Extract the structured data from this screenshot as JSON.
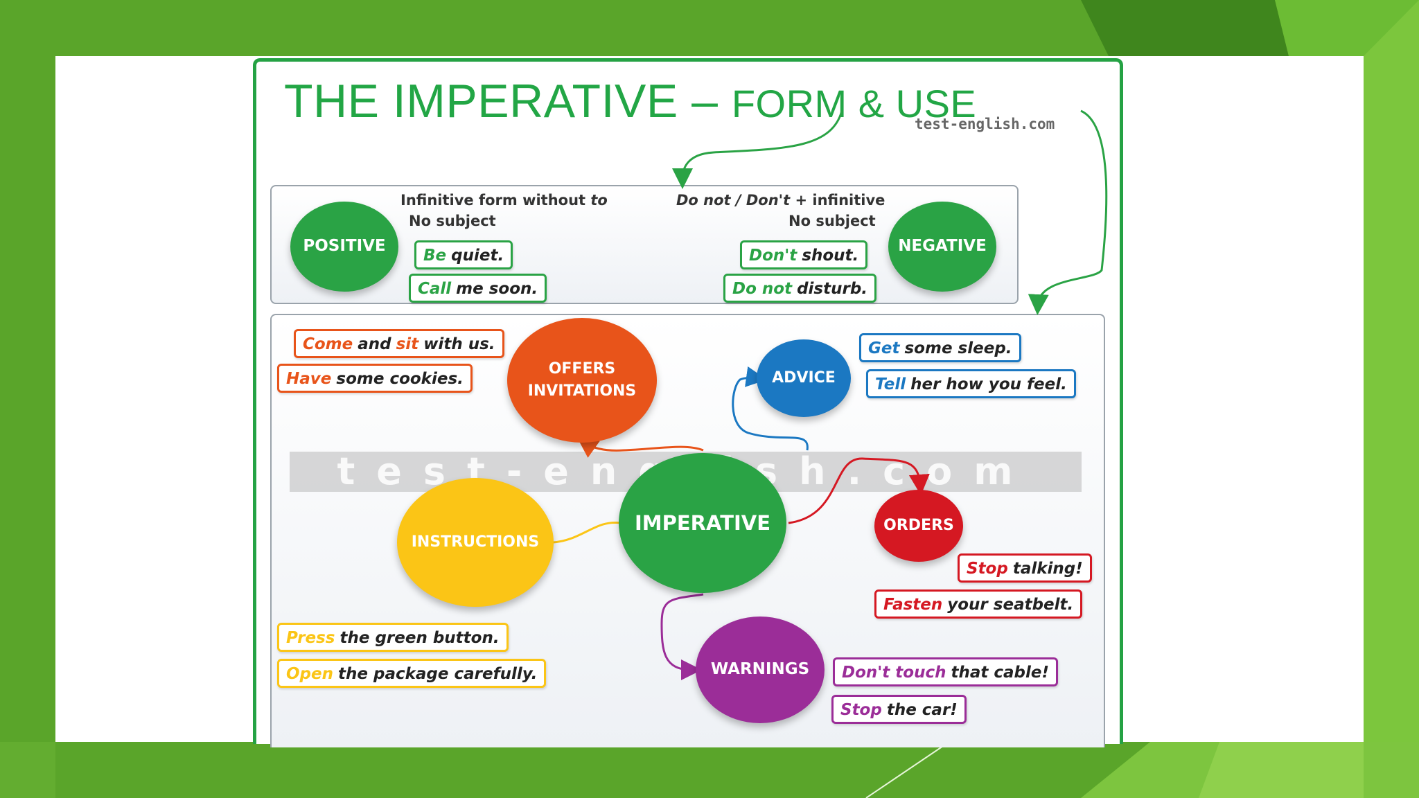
{
  "colors": {
    "green": "#2aa345",
    "orange": "#e8541a",
    "blue": "#1b78c2",
    "yellow": "#fbc516",
    "red": "#d51822",
    "purple": "#9b2d98"
  },
  "title": {
    "main": "THE IMPERATIVE – ",
    "tail": "FORM & USE",
    "site": "test-english.com"
  },
  "form": {
    "positive": {
      "label": "POSITIVE",
      "rule_line1_a": "Infinitive form without ",
      "rule_line1_b": "to",
      "rule_line2": "No subject",
      "examples": [
        {
          "key": "Be",
          "rest": "quiet."
        },
        {
          "key": "Call",
          "rest": "me soon."
        }
      ]
    },
    "negative": {
      "label": "NEGATIVE",
      "rule_line1_a": "Do not / Don't",
      "rule_line1_b": " + infinitive",
      "rule_line2": "No subject",
      "examples": [
        {
          "key": "Don't",
          "rest": "shout."
        },
        {
          "key": "Do not",
          "rest": "disturb."
        }
      ]
    }
  },
  "use": {
    "center": "IMPERATIVE",
    "offers": {
      "label": "OFFERS\nINVITATIONS",
      "examples": [
        {
          "a": "Come",
          "b": "and",
          "c": "sit",
          "d": "with us."
        },
        {
          "key": "Have",
          "rest": "some cookies."
        }
      ]
    },
    "advice": {
      "label": "ADVICE",
      "examples": [
        {
          "key": "Get",
          "rest": "some sleep."
        },
        {
          "key": "Tell",
          "rest": "her how you feel."
        }
      ]
    },
    "instructions": {
      "label": "INSTRUCTIONS",
      "examples": [
        {
          "key": "Press",
          "rest": "the green button."
        },
        {
          "key": "Open",
          "rest": "the package carefully."
        }
      ]
    },
    "orders": {
      "label": "ORDERS",
      "examples": [
        {
          "key": "Stop",
          "rest": "talking!"
        },
        {
          "key": "Fasten",
          "rest": "your seatbelt."
        }
      ]
    },
    "warnings": {
      "label": "WARNINGS",
      "examples": [
        {
          "key": "Don't touch",
          "rest": "that cable!"
        },
        {
          "key": "Stop",
          "rest": "the car!"
        }
      ]
    }
  },
  "watermark": "test-english.com"
}
